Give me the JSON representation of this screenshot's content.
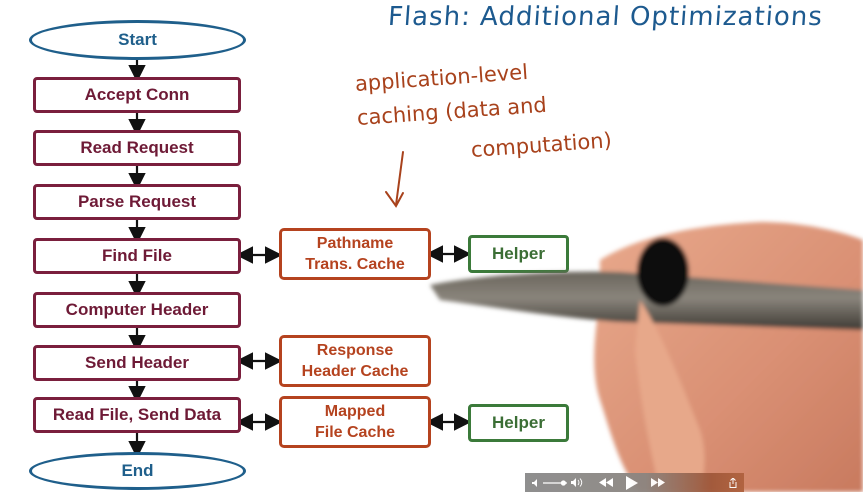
{
  "title": "Flash: Additional Optimizations",
  "annotation": {
    "lines": [
      "application-level",
      "caching (data and",
      "computation)"
    ],
    "arrow": "down-arrow"
  },
  "flowchart": {
    "start": "Start",
    "end": "End",
    "steps": [
      {
        "label": "Accept Conn"
      },
      {
        "label": "Read Request"
      },
      {
        "label": "Parse Request"
      },
      {
        "label": "Find File"
      },
      {
        "label": "Computer Header"
      },
      {
        "label": "Send Header"
      },
      {
        "label": "Read File, Send Data"
      }
    ],
    "caches": [
      {
        "line1": "Pathname",
        "line2": "Trans. Cache",
        "connects_to_step": "Find File",
        "helper": "Helper"
      },
      {
        "line1": "Response",
        "line2": "Header Cache",
        "connects_to_step": "Send Header",
        "helper": null
      },
      {
        "line1": "Mapped",
        "line2": "File Cache",
        "connects_to_step": "Read File, Send Data",
        "helper": "Helper"
      }
    ]
  },
  "colors": {
    "oval": "#1f5f8b",
    "step": "#7a1f3d",
    "cache": "#b5431f",
    "helper": "#3b7a3a",
    "title_ink": "#1d5a8f",
    "note_ink": "#a8421c"
  },
  "video_controls": {
    "mute_icon": "speaker-low-icon",
    "volume_icon": "speaker-high-icon",
    "rewind_icon": "rewind-icon",
    "play_icon": "play-icon",
    "forward_icon": "fast-forward-icon",
    "share_icon": "share-icon",
    "volume_level": 0.85
  }
}
